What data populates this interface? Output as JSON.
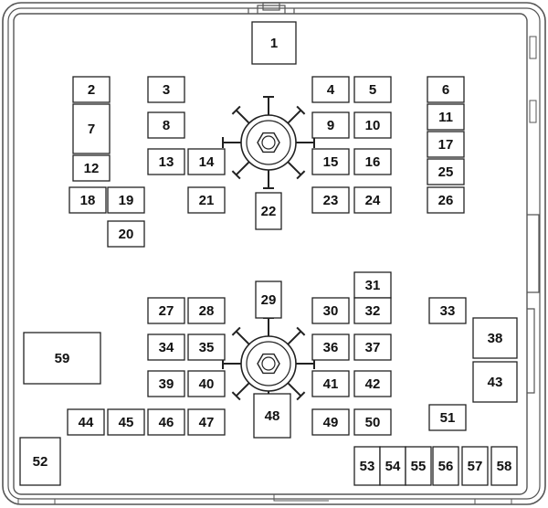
{
  "colors": {
    "background": "#ffffff",
    "outline": "#222222",
    "housing": "#555555",
    "label": "#111111"
  },
  "fuses": [
    {
      "id": "1"
    },
    {
      "id": "2"
    },
    {
      "id": "3"
    },
    {
      "id": "4"
    },
    {
      "id": "5"
    },
    {
      "id": "6"
    },
    {
      "id": "7"
    },
    {
      "id": "8"
    },
    {
      "id": "9"
    },
    {
      "id": "10"
    },
    {
      "id": "11"
    },
    {
      "id": "12"
    },
    {
      "id": "13"
    },
    {
      "id": "14"
    },
    {
      "id": "15"
    },
    {
      "id": "16"
    },
    {
      "id": "17"
    },
    {
      "id": "18"
    },
    {
      "id": "19"
    },
    {
      "id": "20"
    },
    {
      "id": "21"
    },
    {
      "id": "22"
    },
    {
      "id": "23"
    },
    {
      "id": "24"
    },
    {
      "id": "25"
    },
    {
      "id": "26"
    },
    {
      "id": "27"
    },
    {
      "id": "28"
    },
    {
      "id": "29"
    },
    {
      "id": "30"
    },
    {
      "id": "31"
    },
    {
      "id": "32"
    },
    {
      "id": "33"
    },
    {
      "id": "34"
    },
    {
      "id": "35"
    },
    {
      "id": "36"
    },
    {
      "id": "37"
    },
    {
      "id": "38"
    },
    {
      "id": "39"
    },
    {
      "id": "40"
    },
    {
      "id": "41"
    },
    {
      "id": "42"
    },
    {
      "id": "43"
    },
    {
      "id": "44"
    },
    {
      "id": "45"
    },
    {
      "id": "46"
    },
    {
      "id": "47"
    },
    {
      "id": "48"
    },
    {
      "id": "49"
    },
    {
      "id": "50"
    },
    {
      "id": "51"
    },
    {
      "id": "52"
    },
    {
      "id": "53"
    },
    {
      "id": "54"
    },
    {
      "id": "55"
    },
    {
      "id": "56"
    },
    {
      "id": "57"
    },
    {
      "id": "58"
    },
    {
      "id": "59"
    }
  ]
}
